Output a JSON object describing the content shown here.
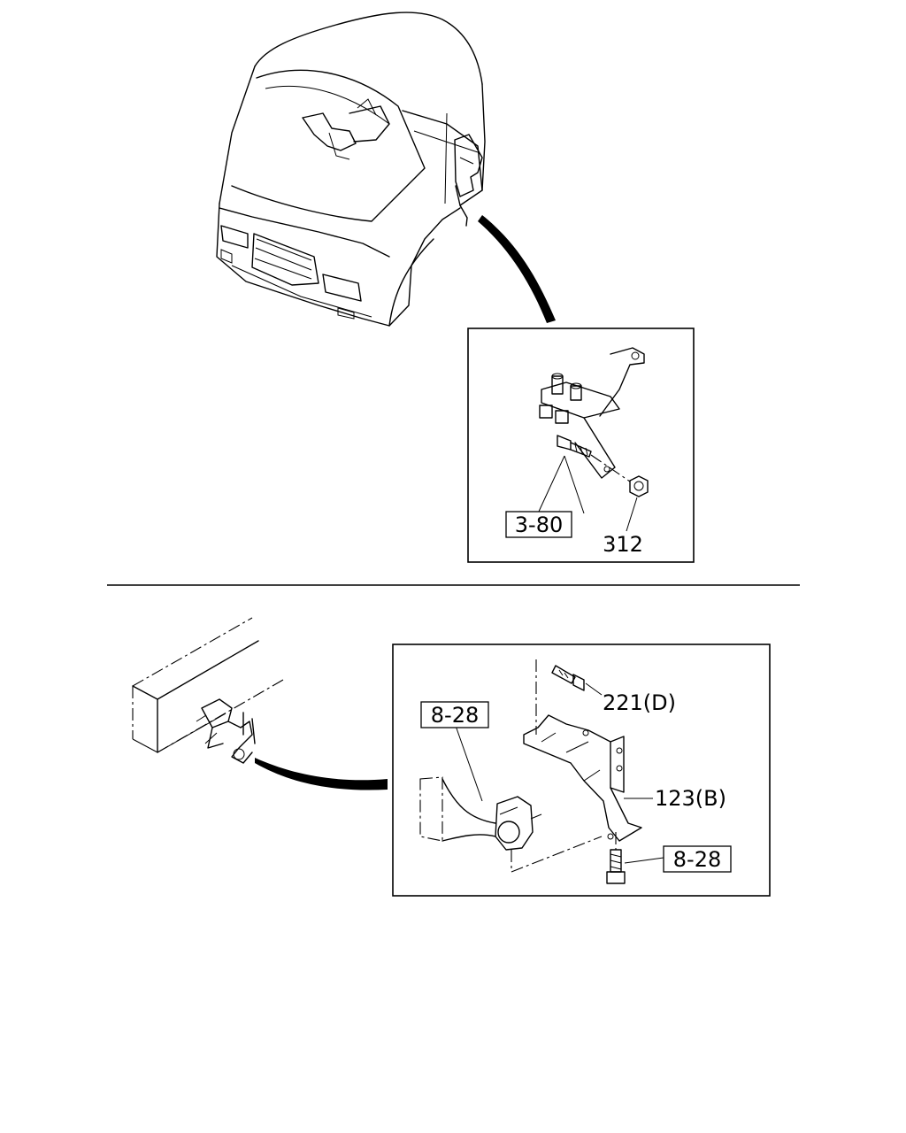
{
  "upper_detail": {
    "callouts": [
      {
        "id": "bolt_ref",
        "text": "3-80",
        "boxed": true
      },
      {
        "id": "nut",
        "text": "312",
        "boxed": false
      }
    ]
  },
  "lower_detail": {
    "callouts": [
      {
        "id": "bolt_top",
        "text": "221(D)",
        "boxed": false
      },
      {
        "id": "frame_ref",
        "text": "8-28",
        "boxed": true
      },
      {
        "id": "bracket",
        "text": "123(B)",
        "boxed": false
      },
      {
        "id": "bolt_bottom_ref",
        "text": "8-28",
        "boxed": true
      }
    ]
  }
}
